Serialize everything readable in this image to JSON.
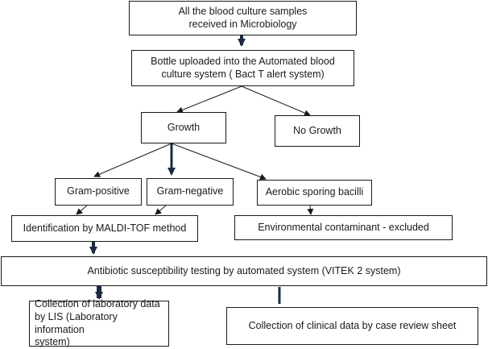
{
  "boxes": {
    "all_samples": "All the blood culture samples\nreceived in Microbiology",
    "bottle_uploaded": "Bottle uploaded into the Automated blood\nculture system ( Bact T alert system)",
    "growth": "Growth",
    "no_growth": "No Growth",
    "gram_positive": "Gram-positive",
    "gram_negative": "Gram-negative",
    "aerobic_bacilli": "Aerobic sporing bacilli",
    "maldi_tof": "Identification by MALDI-TOF method",
    "environmental": "Environmental contaminant - excluded",
    "ast_vitek": "Antibiotic susceptibility testing by automated system (VITEK 2 system)",
    "lab_data": "Collection of laboratory data\nby LIS (Laboratory information\nsystem)",
    "clinical_data": "Collection of clinical data by case review sheet"
  }
}
